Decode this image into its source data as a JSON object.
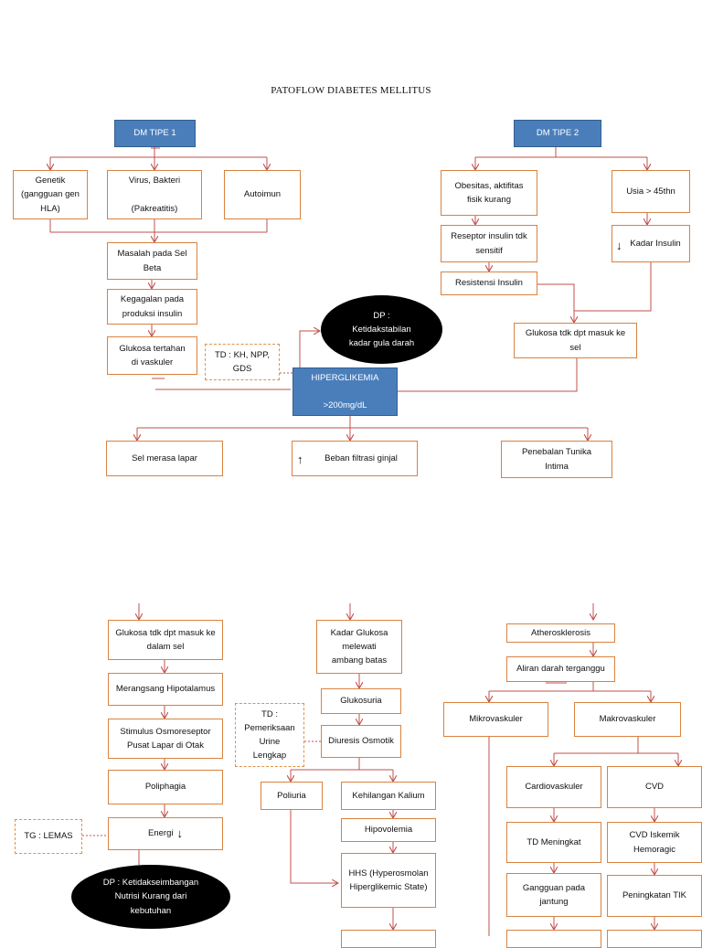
{
  "title": "PATOFLOW DIABETES MELLITUS",
  "nodes": {
    "dm1": "DM TIPE 1",
    "dm2": "DM TIPE 2",
    "genetik": "Genetik\n(gangguan gen\nHLA)",
    "virus": "Virus, Bakteri\n\n(Pakreatitis)",
    "autoimun": "Autoimun",
    "obesitas": "Obesitas, aktifitas\nfisik kurang",
    "usia": "Usia > 45thn",
    "reseptor": "Reseptor insulin tdk\nsensitif",
    "kadar_insulin": "Kadar Insulin",
    "resistensi": "Resistensi Insulin",
    "masalah_sel_beta": "Masalah pada Sel\nBeta",
    "kegagalan": "Kegagalan pada\nproduksi insulin",
    "glukosa_tertahan": "Glukosa tertahan\ndi vaskuler",
    "td_kh": "TD : KH, NPP,\nGDS",
    "dp_ketidakstabilan": "DP :\nKetidakstabilan\nkadar gula darah",
    "hiperglikemia": "HIPERGLIKEMIA\n\n>200mg/dL",
    "glukosa_sel_top": "Glukosa tdk dpt masuk ke\nsel",
    "sel_lapar": "Sel merasa lapar",
    "beban_filtrasi": "Beban filtrasi ginjal",
    "penebalan": "Penebalan Tunika\nIntima",
    "glukosa_dalam_sel": "Glukosa tdk dpt masuk ke\ndalam sel",
    "hipotalamus": "Merangsang Hipotalamus",
    "stimulus": "Stimulus Osmoreseptor\nPusat Lapar di Otak",
    "poliphagia": "Poliphagia",
    "energi": "Energi",
    "tg_lemas": "TG : LEMAS",
    "dp_nutrisi": "DP : Ketidakseimbangan\nNutrisi Kurang dari\nkebutuhan",
    "kadar_glukosa": "Kadar Glukosa\nmelewati\nambang batas",
    "glukosuria": "Glukosuria",
    "td_urine": "TD :\nPemeriksaan\nUrine\nLengkap",
    "diuresis": "Diuresis Osmotik",
    "poliuria": "Poliuria",
    "kehilangan_kalium": "Kehilangan Kalium",
    "hipovolemia": "Hipovolemia",
    "hhs": "HHS (Hyperosmolan\nHiperglikemic State)",
    "atherosklerosis": "Atherosklerosis",
    "aliran_darah": "Aliran darah terganggu",
    "mikrovaskuler": "Mikrovaskuler",
    "makrovaskuler": "Makrovaskuler",
    "cardiovaskuler": "Cardiovaskuler",
    "cvd": "CVD",
    "td_meningkat": "TD Meningkat",
    "cvd_iskemik": "CVD Iskemik\nHemoragic",
    "gangguan_jantung": "Gangguan pada\njantung",
    "peningkatan_tik": "Peningkatan TIK"
  },
  "symbols": {
    "up_arrow": "↑",
    "down_arrow": "↓"
  },
  "colors": {
    "box_border": "#d9823f",
    "line": "#c0504d",
    "header_fill": "#4a7ebb",
    "ellipse_fill": "#000000"
  }
}
